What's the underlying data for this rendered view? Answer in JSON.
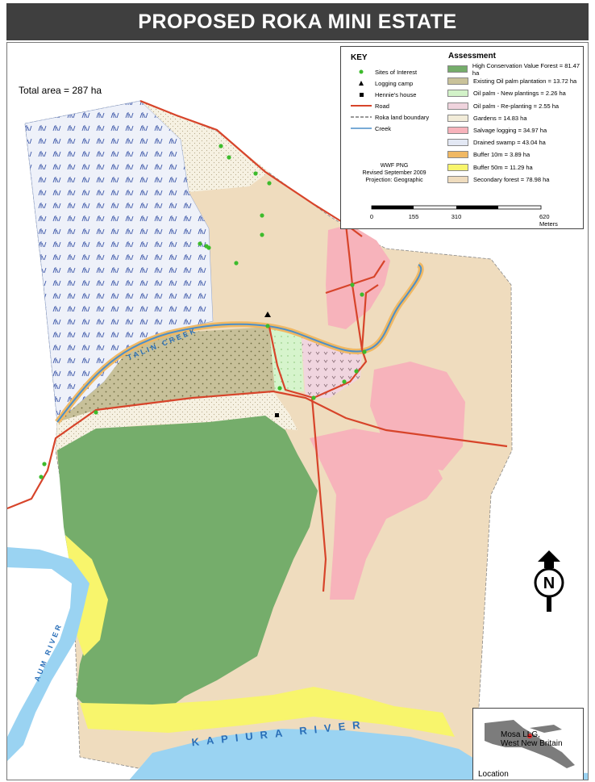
{
  "title": "PROPOSED ROKA MINI ESTATE",
  "total_area": "Total area = 287 ha",
  "legend": {
    "key_title": "KEY",
    "assessment_title": "Assessment",
    "key_items": [
      {
        "label": "Sites of Interest",
        "symbol": "green-dot"
      },
      {
        "label": "Logging camp",
        "symbol": "black-triangle"
      },
      {
        "label": "Hennie's house",
        "symbol": "black-square"
      },
      {
        "label": "Road",
        "symbol": "red-line"
      },
      {
        "label": "Roka land boundary",
        "symbol": "grey-dashed-line"
      },
      {
        "label": "Creek",
        "symbol": "blue-line"
      }
    ],
    "assessment_items": [
      {
        "label": "High Conservation Value Forest = 81.47 ha",
        "color": "#75ad6b"
      },
      {
        "label": "Existing Oil palm plantation = 13.72 ha",
        "color": "#c9c29a"
      },
      {
        "label": "Oil palm - New plantings = 2.26 ha",
        "color": "#d2f2c8"
      },
      {
        "label": "Oil palm - Re-planting = 2.55 ha",
        "color": "#efd3dd"
      },
      {
        "label": "Gardens = 14.83 ha",
        "color": "#f2ecd9"
      },
      {
        "label": "Salvage logging = 34.97 ha",
        "color": "#f7b3bb"
      },
      {
        "label": "Drained swamp = 43.04 ha",
        "color": "#e3e8f4"
      },
      {
        "label": "Buffer 10m = 3.89 ha",
        "color": "#f0b863"
      },
      {
        "label": "Buffer 50m = 11.29 ha",
        "color": "#f8f56c"
      },
      {
        "label": "Secondary forest = 78.98 ha",
        "color": "#efdcbe"
      }
    ],
    "credit_lines": [
      "WWF PNG",
      "Revised September 2009",
      "Projection: Geographic"
    ],
    "scale": {
      "ticks": [
        "0",
        "155",
        "310",
        "620 Meters"
      ]
    }
  },
  "map_labels": {
    "creek": "TALIN CREEK",
    "kapiura": "KAPIURA RIVER",
    "aum": "AUM RIVER"
  },
  "north_arrow": {
    "letter": "N"
  },
  "inset": {
    "place": "Mosa LLG,",
    "region": "West New Britain",
    "caption": "Location"
  }
}
